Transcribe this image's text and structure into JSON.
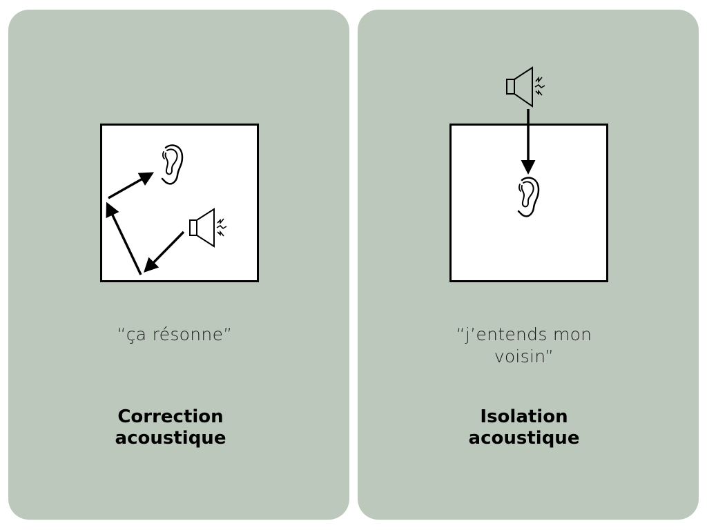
{
  "panels": [
    {
      "id": "correction",
      "quote_lines": [
        "“ça résonne”"
      ],
      "title_lines": [
        "Correction",
        "acoustique"
      ],
      "icons": [
        "ear-icon",
        "speaker-icon",
        "reflection-arrows"
      ]
    },
    {
      "id": "isolation",
      "quote_lines": [
        "“j’entends mon",
        "voisin”"
      ],
      "title_lines": [
        "Isolation",
        "acoustique"
      ],
      "icons": [
        "speaker-icon",
        "ear-icon",
        "transmission-arrow"
      ]
    }
  ],
  "colors": {
    "panel_bg": "#bcc8bc",
    "room_bg": "#ffffff",
    "stroke": "#000000",
    "page_bg": "#ffffff"
  }
}
